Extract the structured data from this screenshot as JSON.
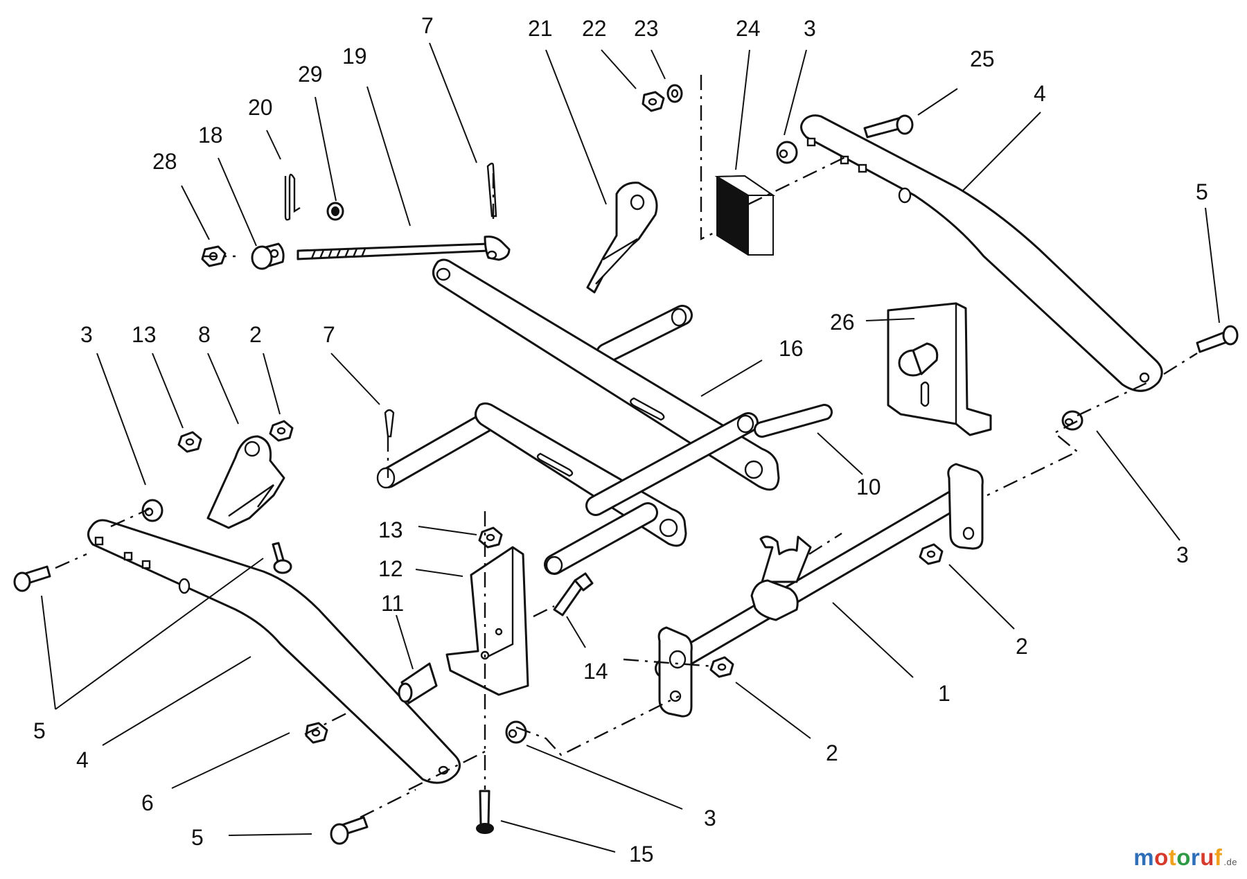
{
  "callouts": [
    {
      "text": "7"
    },
    {
      "text": "21"
    },
    {
      "text": "22"
    },
    {
      "text": "23"
    },
    {
      "text": "24"
    },
    {
      "text": "3"
    },
    {
      "text": "19"
    },
    {
      "text": "29"
    },
    {
      "text": "25"
    },
    {
      "text": "20"
    },
    {
      "text": "4"
    },
    {
      "text": "18"
    },
    {
      "text": "28"
    },
    {
      "text": "5"
    },
    {
      "text": "26"
    },
    {
      "text": "16"
    },
    {
      "text": "3"
    },
    {
      "text": "13"
    },
    {
      "text": "8"
    },
    {
      "text": "2"
    },
    {
      "text": "7"
    },
    {
      "text": "10"
    },
    {
      "text": "13"
    },
    {
      "text": "3"
    },
    {
      "text": "12"
    },
    {
      "text": "11"
    },
    {
      "text": "2"
    },
    {
      "text": "14"
    },
    {
      "text": "1"
    },
    {
      "text": "5"
    },
    {
      "text": "2"
    },
    {
      "text": "4"
    },
    {
      "text": "6"
    },
    {
      "text": "3"
    },
    {
      "text": "5"
    },
    {
      "text": "15"
    }
  ],
  "watermark": {
    "letters": [
      {
        "char": "m",
        "color": "#2f6fb8"
      },
      {
        "char": "o",
        "color": "#d53a2b"
      },
      {
        "char": "t",
        "color": "#f0a21c"
      },
      {
        "char": "o",
        "color": "#2f9a46"
      },
      {
        "char": "r",
        "color": "#2f6fb8"
      },
      {
        "char": "u",
        "color": "#d53a2b"
      },
      {
        "char": "f",
        "color": "#f0a21c"
      }
    ],
    "suffix": ".de"
  }
}
